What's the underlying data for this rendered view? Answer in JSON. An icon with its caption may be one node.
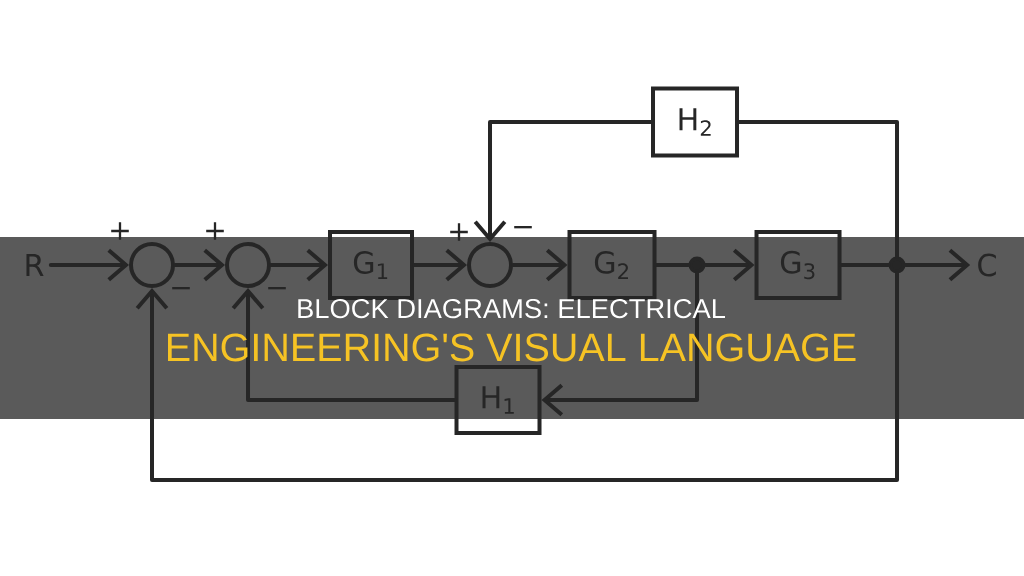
{
  "diagram": {
    "title": "BLOCK DIAGRAMS: ELECTRICAL ENGINEERING'S VISUAL LANGUAGE",
    "nodes": [
      {
        "text": [
          "H$_{2}$"
        ]
      },
      {
        "text": [
          "R"
        ]
      },
      {
        "text": [],
        "shape": "circle",
        "beside": [
          "+",
          "−"
        ]
      },
      {
        "text": [],
        "shape": "circle",
        "beside": [
          "+",
          "−"
        ]
      },
      {
        "text": [
          "G$_{1}$"
        ]
      },
      {
        "text": [],
        "shape": "circle",
        "beside": [
          "+",
          "−"
        ]
      },
      {
        "text": [
          "G$_{2}$"
        ]
      },
      {
        "text": [],
        "shape": "dot"
      },
      {
        "text": [
          "G$_{3}$"
        ]
      },
      {
        "text": [],
        "shape": "dot"
      },
      {
        "text": [
          "C"
        ]
      },
      {
        "text": [
          "H$_{1}$"
        ]
      }
    ],
    "edges": [
      {
        "from": 1,
        "to": 2,
        "arrow": "to"
      },
      {
        "from": 2,
        "to": 3,
        "arrow": "to"
      },
      {
        "from": 3,
        "to": 4,
        "arrow": "to"
      },
      {
        "from": 4,
        "to": 5,
        "arrow": "to"
      },
      {
        "from": 5,
        "to": 6,
        "arrow": "to"
      },
      {
        "from": 6,
        "to": 7,
        "arrow": "none"
      },
      {
        "from": 7,
        "to": 8,
        "arrow": "to"
      },
      {
        "from": 7,
        "to": 11,
        "arrow": "to"
      },
      {
        "from": 8,
        "to": 9,
        "arrow": "none"
      },
      {
        "from": 9,
        "to": 10,
        "arrow": "to"
      },
      {
        "from": 9,
        "to": 0,
        "arrow": "none"
      },
      {
        "from": 0,
        "to": 5,
        "arrow": "to"
      },
      {
        "from": 11,
        "to": 3,
        "arrow": "to"
      },
      {
        "from": 9,
        "to": 2,
        "arrow": "to"
      }
    ]
  }
}
